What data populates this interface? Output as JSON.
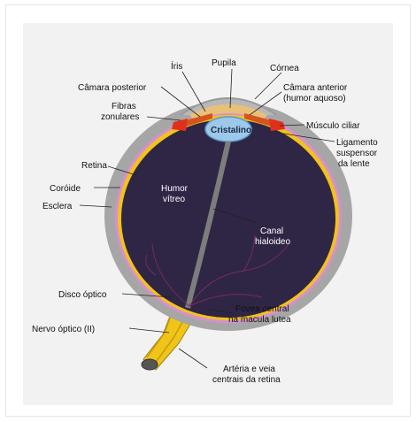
{
  "labels": {
    "iris": "Íris",
    "pupila": "Pupila",
    "cornea": "Córnea",
    "camara_posterior": "Câmara posterior",
    "camara_anterior_1": "Câmara anterior",
    "camara_anterior_2": "(humor aquoso)",
    "fibras_1": "Fibras",
    "fibras_2": "zonulares",
    "cristalino": "Cristalino",
    "musculo_ciliar": "Músculo ciliar",
    "ligamento_1": "Ligamento",
    "ligamento_2": "suspensor",
    "ligamento_3": "da lente",
    "retina": "Retina",
    "coroide": "Coróide",
    "esclera": "Esclera",
    "humor_1": "Humor",
    "humor_2": "vítreo",
    "canal_1": "Canal",
    "canal_2": "hialoideo",
    "disco_optico": "Disco óptico",
    "nervo_optico": "Nervo óptico (II)",
    "fovea_1": "Fovea central",
    "fovea_2": "na macula lutea",
    "arteria_1": "Artéria e veia",
    "arteria_2": "centrais da retina"
  },
  "colors": {
    "sclera": "#a6a6a6",
    "choroid": "#d98fd0",
    "retina": "#f2c31a",
    "vitreous": "#2f2646",
    "lens": "#9cc8ea",
    "iris": "#d4541c",
    "nerve": "#f0c419"
  }
}
